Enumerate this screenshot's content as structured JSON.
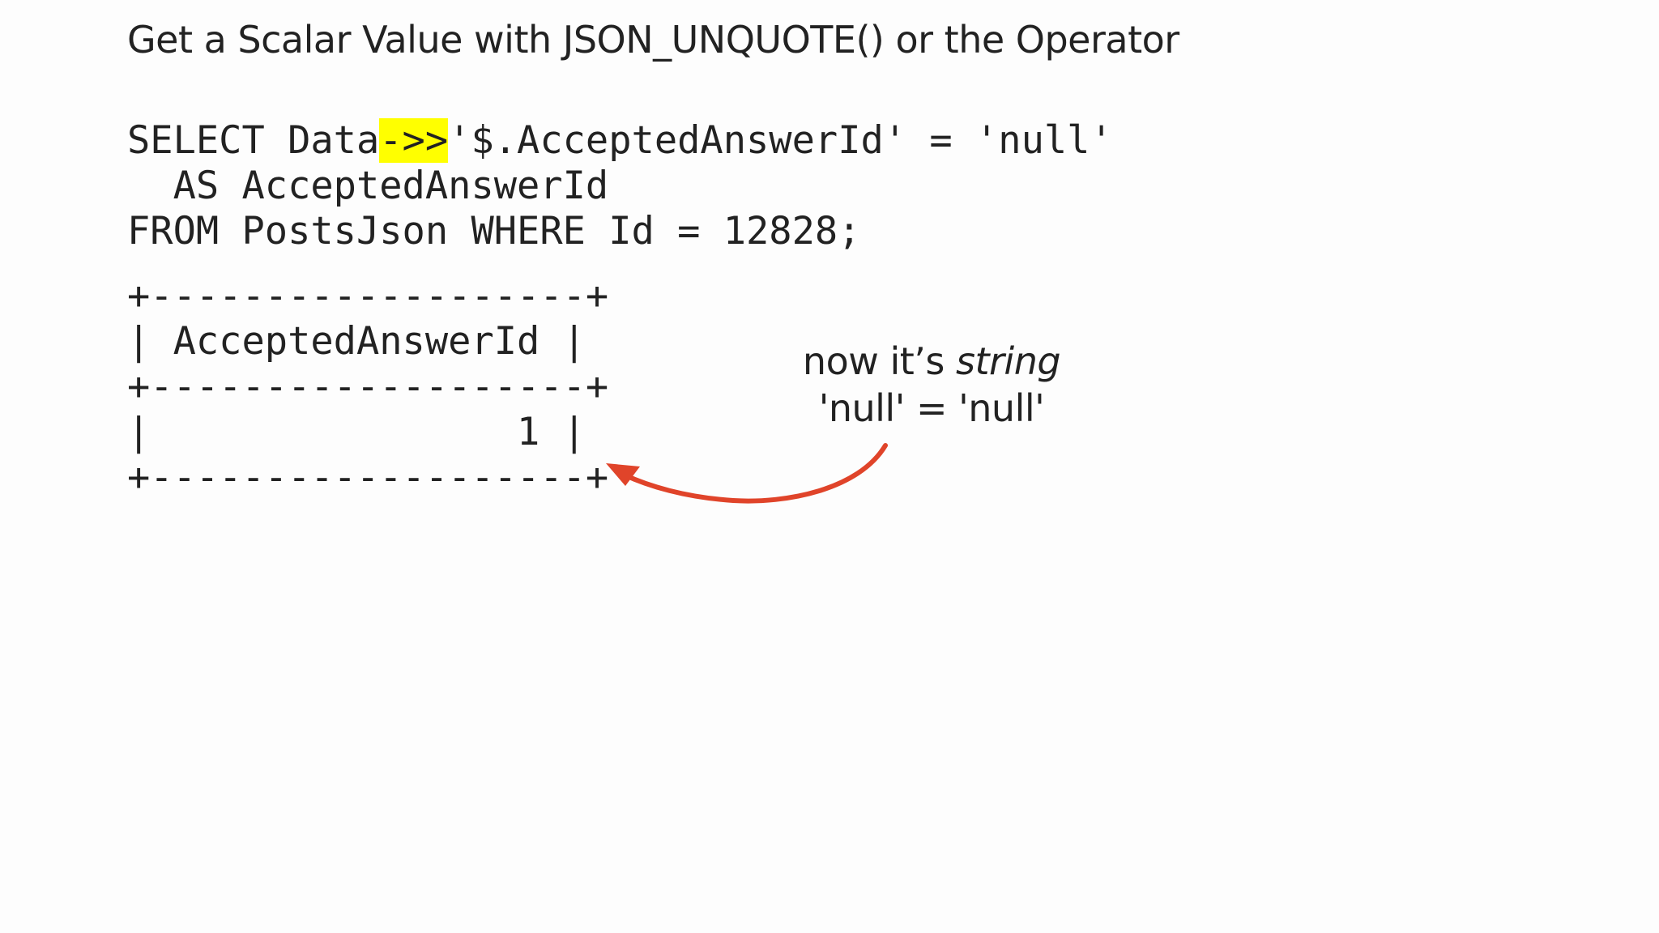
{
  "slide": {
    "title": "Get a Scalar Value with JSON_UNQUOTE() or the Operator",
    "query": {
      "line1_before": "SELECT Data",
      "line1_operator": "->>",
      "line1_after": "'$.AcceptedAnswerId' = 'null'",
      "line2": "  AS AcceptedAnswerId",
      "line3": "FROM PostsJson WHERE Id = 12828;"
    },
    "result_table": {
      "border_top": "+-------------------+",
      "header_row": "| AcceptedAnswerId |",
      "border_mid": "+-------------------+",
      "value_row": "|                1 |",
      "border_bottom": "+-------------------+",
      "column": "AcceptedAnswerId",
      "rows": [
        [
          "1"
        ]
      ]
    },
    "annotation": {
      "line1_prefix": "now it’s ",
      "line1_emphasis": "string",
      "line2": "'null' = 'null'"
    },
    "colors": {
      "highlight": "#ffff00",
      "arrow": "#e0442a",
      "text": "#222222"
    }
  }
}
